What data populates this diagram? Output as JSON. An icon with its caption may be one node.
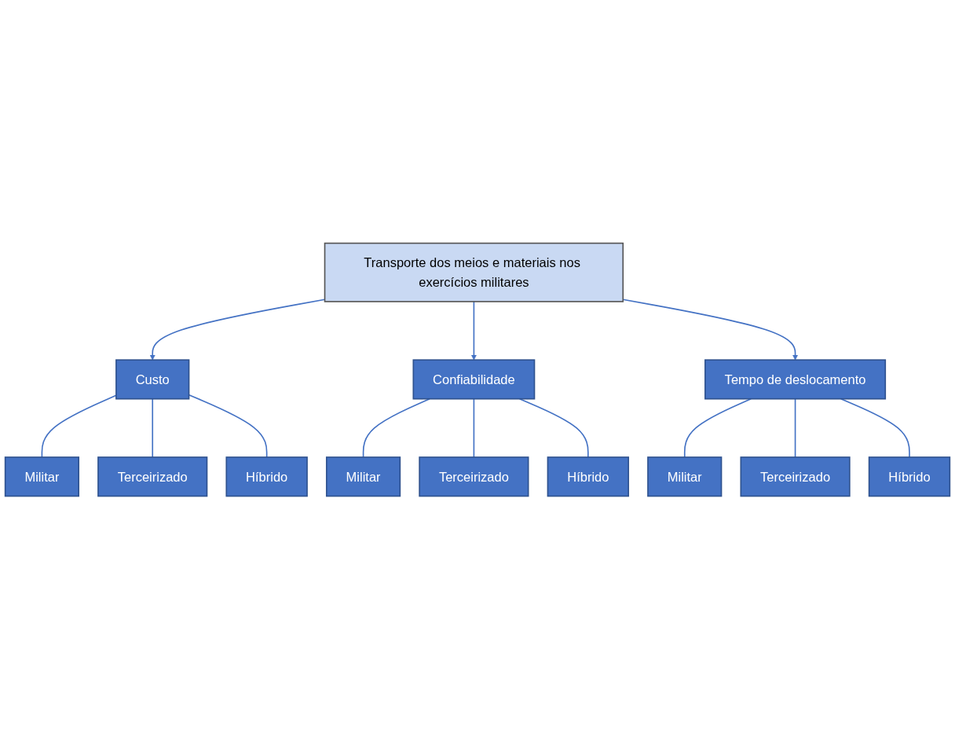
{
  "diagram": {
    "nodes": [
      {
        "text": [
          "Transporte dos meios e materiais nos exercícios militares"
        ]
      },
      {
        "text": [
          "Custo"
        ]
      },
      {
        "text": [
          "Militar"
        ]
      },
      {
        "text": [
          "Terceirizado"
        ]
      },
      {
        "text": [
          "Híbrido"
        ]
      },
      {
        "text": [
          "Confiabilidade"
        ]
      },
      {
        "text": [
          "Militar"
        ]
      },
      {
        "text": [
          "Terceirizado"
        ]
      },
      {
        "text": [
          "Híbrido"
        ]
      },
      {
        "text": [
          "Tempo de deslocamento"
        ]
      },
      {
        "text": [
          "Militar"
        ]
      },
      {
        "text": [
          "Terceirizado"
        ]
      },
      {
        "text": [
          "Híbrido"
        ]
      }
    ],
    "edges": [
      {
        "from": 0,
        "to": 1,
        "arrow": "to"
      },
      {
        "from": 0,
        "to": 5,
        "arrow": "to"
      },
      {
        "from": 0,
        "to": 9,
        "arrow": "to"
      },
      {
        "from": 1,
        "to": 2,
        "arrow": "none"
      },
      {
        "from": 1,
        "to": 3,
        "arrow": "none"
      },
      {
        "from": 1,
        "to": 4,
        "arrow": "none"
      },
      {
        "from": 5,
        "to": 6,
        "arrow": "none"
      },
      {
        "from": 5,
        "to": 7,
        "arrow": "none"
      },
      {
        "from": 5,
        "to": 8,
        "arrow": "none"
      },
      {
        "from": 9,
        "to": 10,
        "arrow": "none"
      },
      {
        "from": 9,
        "to": 11,
        "arrow": "none"
      },
      {
        "from": 9,
        "to": 12,
        "arrow": "none"
      }
    ]
  }
}
